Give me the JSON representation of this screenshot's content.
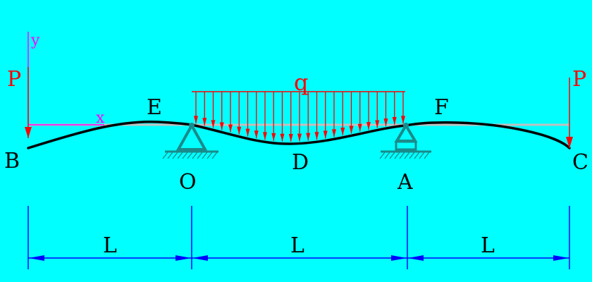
{
  "diagram": {
    "background_color": "#00ffff",
    "colors": {
      "load": "#ff0000",
      "axes": "#ff00ff",
      "beam": "#000000",
      "original_beam": "#c0c0c0",
      "support": "#1a8a8a",
      "dimension": "#0000ff"
    },
    "labels": {
      "force_left": "P",
      "force_right": "P",
      "distributed_load": "q",
      "axis_y": "y",
      "axis_x": "x",
      "point_b": "B",
      "point_e": "E",
      "point_o": "O",
      "point_d": "D",
      "point_a": "A",
      "point_f": "F",
      "point_c": "C"
    },
    "dimensions": [
      "L",
      "L",
      "L"
    ],
    "load_arrow_count": 25
  }
}
